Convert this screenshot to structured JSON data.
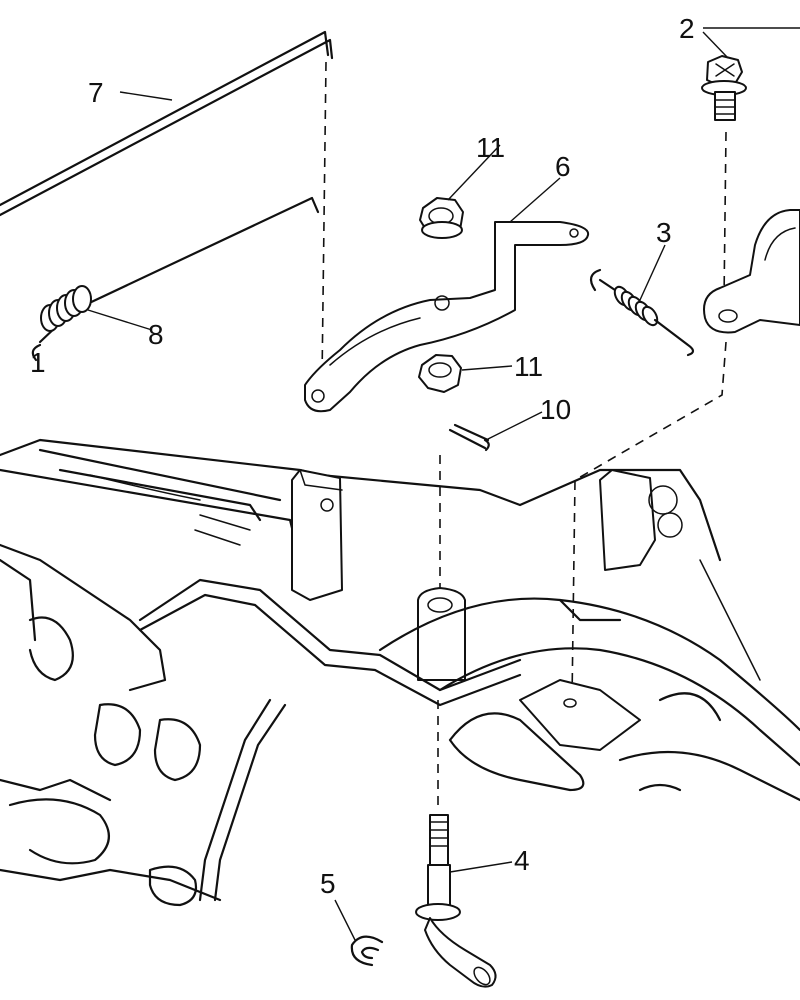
{
  "callouts": [
    {
      "label": "1"
    },
    {
      "label": "2"
    },
    {
      "label": "3"
    },
    {
      "label": "4"
    },
    {
      "label": "5"
    },
    {
      "label": "6"
    },
    {
      "label": "7"
    },
    {
      "label": "8"
    },
    {
      "label": "10"
    },
    {
      "label": "11"
    },
    {
      "label": "11"
    }
  ]
}
